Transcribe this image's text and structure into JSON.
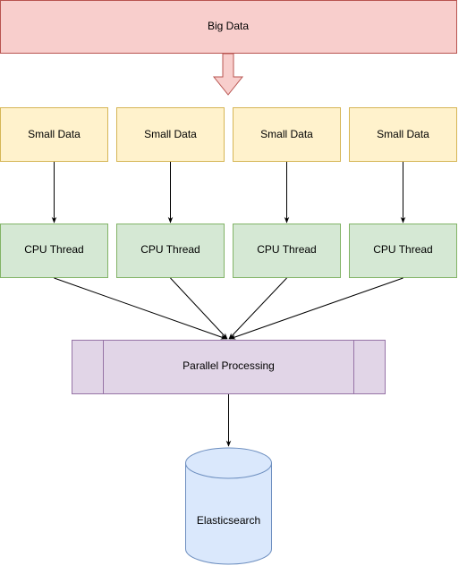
{
  "diagram": {
    "source": {
      "label": "Big Data",
      "fill": "#f8cecc",
      "stroke": "#b85450"
    },
    "chunks": [
      {
        "label": "Small Data"
      },
      {
        "label": "Small Data"
      },
      {
        "label": "Small Data"
      },
      {
        "label": "Small Data"
      }
    ],
    "threads": [
      {
        "label": "CPU Thread"
      },
      {
        "label": "CPU Thread"
      },
      {
        "label": "CPU Thread"
      },
      {
        "label": "CPU Thread"
      }
    ],
    "processor": {
      "label": "Parallel Processing",
      "fill": "#e1d5e7",
      "stroke": "#9673a6"
    },
    "store": {
      "label": "Elasticsearch",
      "fill": "#dae8fc",
      "stroke": "#6c8ebf"
    },
    "colors": {
      "chunk_fill": "#fff2cc",
      "chunk_stroke": "#d6b656",
      "thread_fill": "#d5e8d4",
      "thread_stroke": "#82b366",
      "edge": "#000000"
    }
  }
}
